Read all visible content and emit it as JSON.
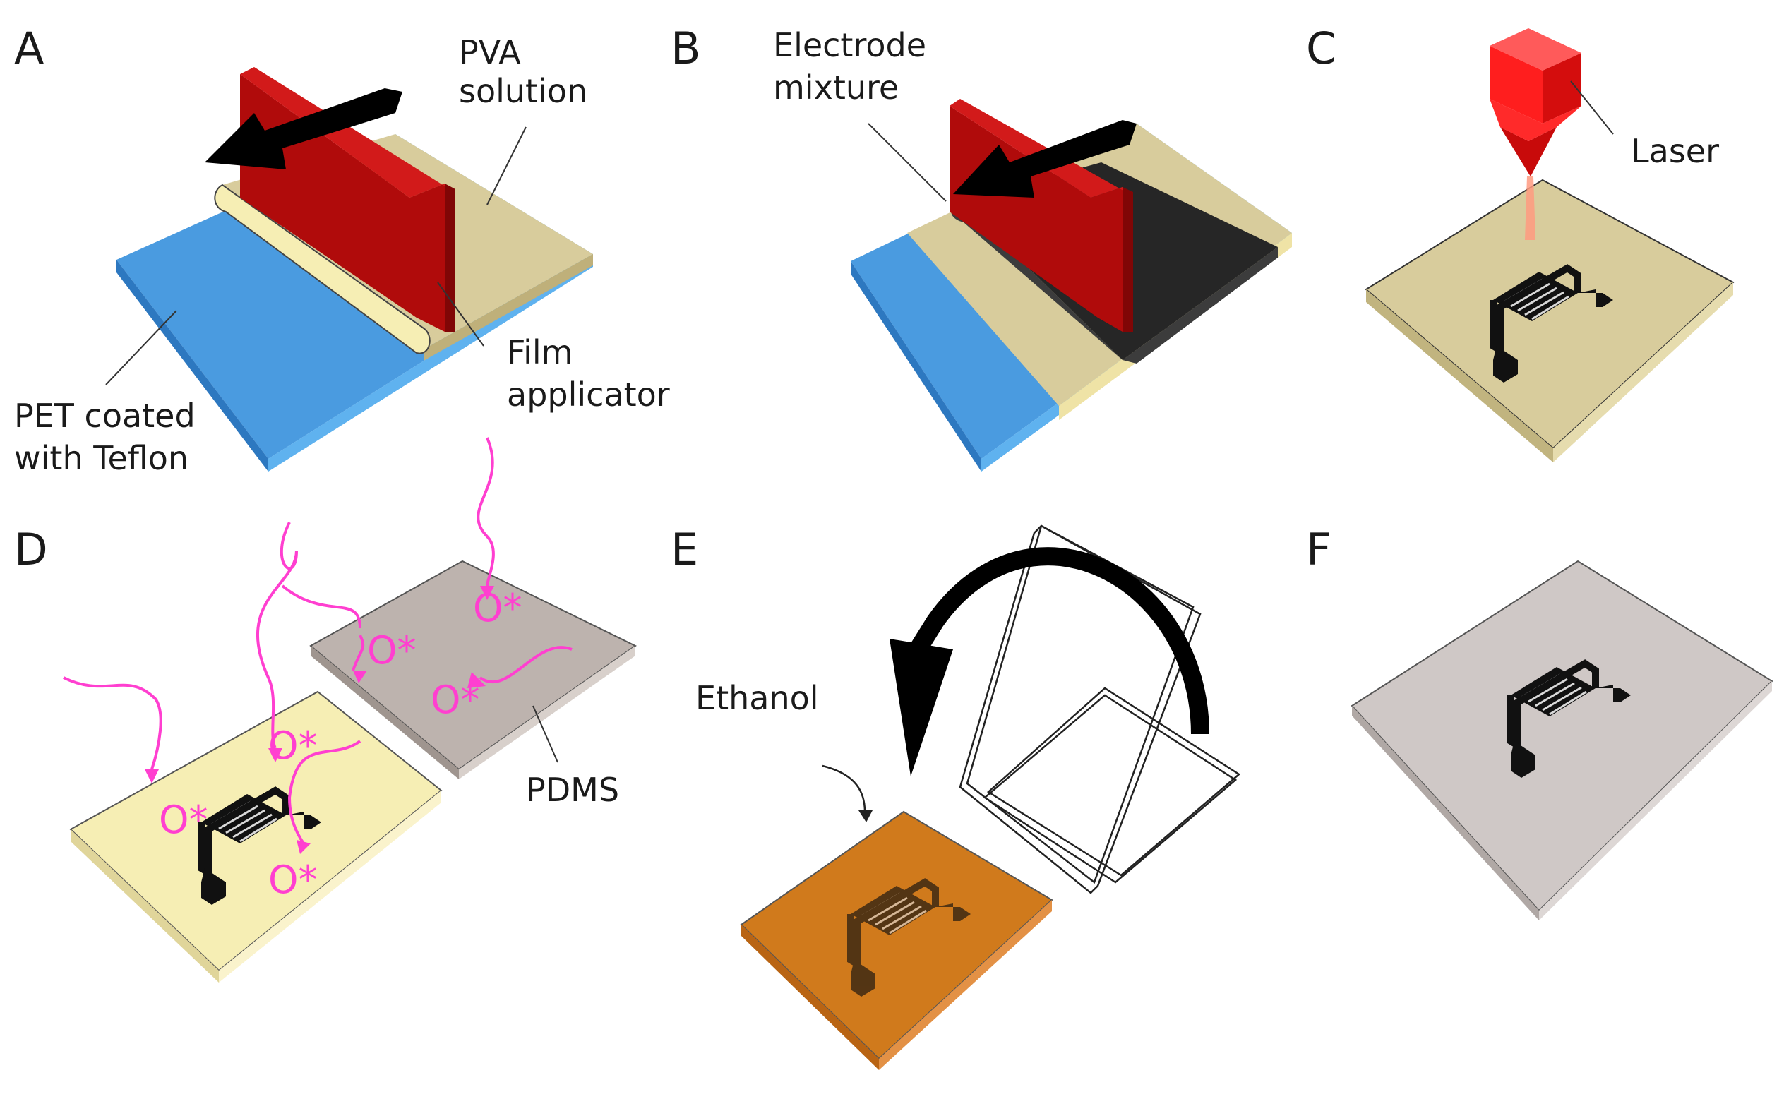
{
  "figure": {
    "panels": [
      {
        "letter": "A",
        "labels": {
          "pva_line1": "PVA",
          "pva_line2": "solution",
          "film_line1": "Film",
          "film_line2": "applicator",
          "pet_line1": "PET coated",
          "pet_line2": "with Teflon"
        }
      },
      {
        "letter": "B",
        "labels": {
          "electrode_line1": "Electrode",
          "electrode_line2": "mixture"
        }
      },
      {
        "letter": "C",
        "labels": {
          "laser": "Laser"
        }
      },
      {
        "letter": "D",
        "labels": {
          "pdms": "PDMS",
          "oxygen_radical": "O*"
        }
      },
      {
        "letter": "E",
        "labels": {
          "ethanol": "Ethanol"
        }
      },
      {
        "letter": "F",
        "labels": {}
      }
    ],
    "colors": {
      "pet_blue": "#4a9be0",
      "pva_tan": "#d8cc9c",
      "pva_light": "#f6eeb4",
      "applicator_red": "#b00b0b",
      "electrode_black": "#262626",
      "laser_red": "#ff1e1e",
      "pdms_gray": "#bdb3ae",
      "plasma_magenta": "#ff3fd0",
      "ethanol_orange": "#d07a1c",
      "final_gray": "#cfc8c6"
    },
    "icons": [
      "film-applicator-blade",
      "direction-arrow",
      "laser-head",
      "plasma-arrow",
      "flip-arrow",
      "sensor-pattern"
    ]
  }
}
